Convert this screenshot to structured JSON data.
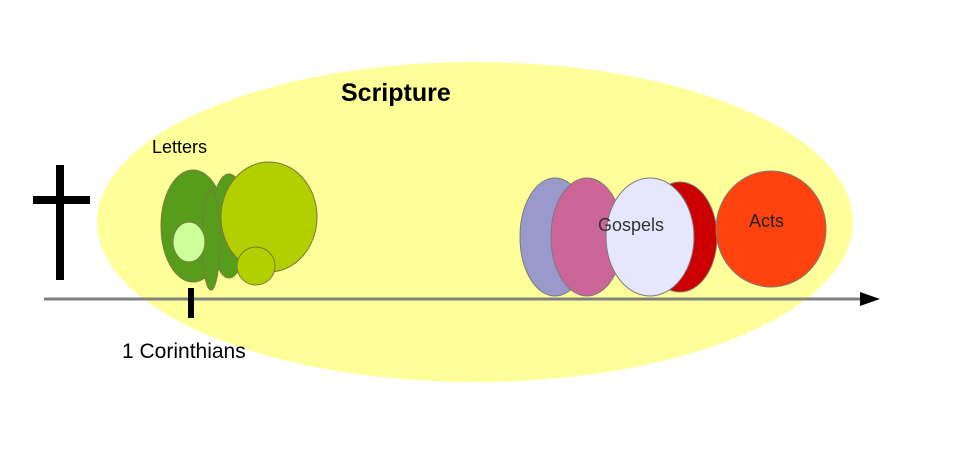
{
  "diagram": {
    "title": "Scripture",
    "labels": {
      "letters": "Letters",
      "first_corinthians": "1 Corinthians",
      "gospels": "Gospels",
      "acts": "Acts"
    },
    "colors": {
      "scripture_field": "#ffff99",
      "timeline": "#808080",
      "cross": "#000000",
      "letters_dark": "#579d1c",
      "letters_light": "#b2cf00",
      "letters_pale": "#ccff99",
      "gospel_lavender": "#9999cc",
      "gospel_pink": "#cc6699",
      "gospel_pale": "#e6e6ff",
      "gospel_red": "#cc0000",
      "acts": "#ff420e"
    },
    "icons": [
      "cross-icon",
      "timeline-arrow-icon"
    ]
  }
}
